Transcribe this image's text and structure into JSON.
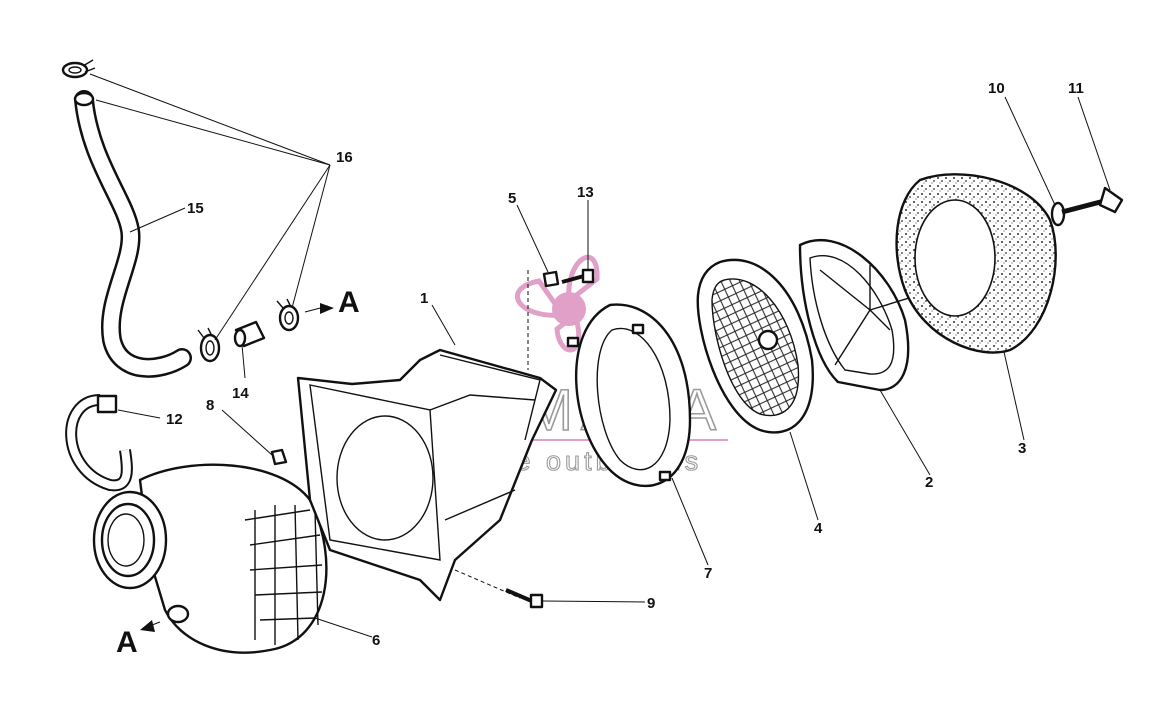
{
  "callouts": {
    "c1": "1",
    "c2": "2",
    "c3": "3",
    "c4": "4",
    "c5": "5",
    "c6": "6",
    "c7": "7",
    "c8": "8",
    "c9": "9",
    "c10": "10",
    "c11": "11",
    "c12": "12",
    "c13": "13",
    "c14": "14",
    "c15": "15",
    "c16": "16",
    "ref_a_top": "A",
    "ref_a_bottom": "A"
  },
  "watermark": {
    "brand": "ARMADA",
    "tagline": "marine outboards",
    "accent_color": "#e0a0c8"
  },
  "colors": {
    "ink": "#111111",
    "background": "#ffffff"
  }
}
